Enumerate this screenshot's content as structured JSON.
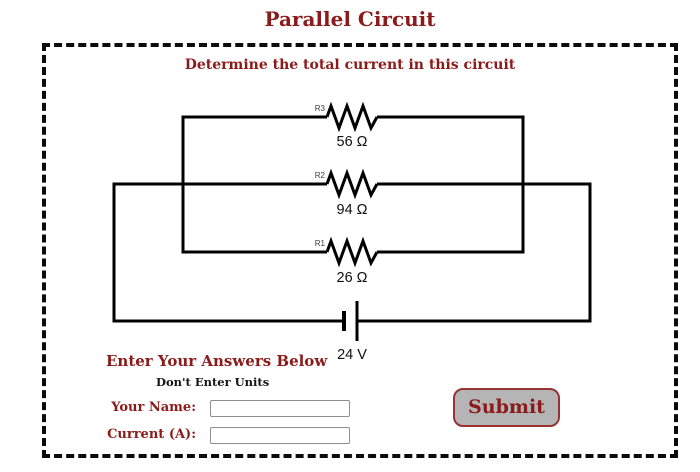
{
  "page": {
    "title": "Parallel Circuit",
    "subtitle": "Determine the total current in this circuit"
  },
  "circuit": {
    "resistors": [
      {
        "id": "R3",
        "value": "56 Ω"
      },
      {
        "id": "R2",
        "value": "94 Ω"
      },
      {
        "id": "R1",
        "value": "26 Ω"
      }
    ],
    "battery": {
      "label": "24 V"
    }
  },
  "answers": {
    "heading": "Enter Your Answers Below",
    "note": "Don't Enter Units",
    "fields": [
      {
        "label": "Your Name:",
        "value": "",
        "placeholder": ""
      },
      {
        "label": "Current (A):",
        "value": "",
        "placeholder": ""
      }
    ],
    "submit_label": "Submit"
  },
  "colors": {
    "accent": "#8b1a1a",
    "wire": "#000000",
    "button_bg": "#b5b5b5",
    "button_border": "#993333"
  }
}
